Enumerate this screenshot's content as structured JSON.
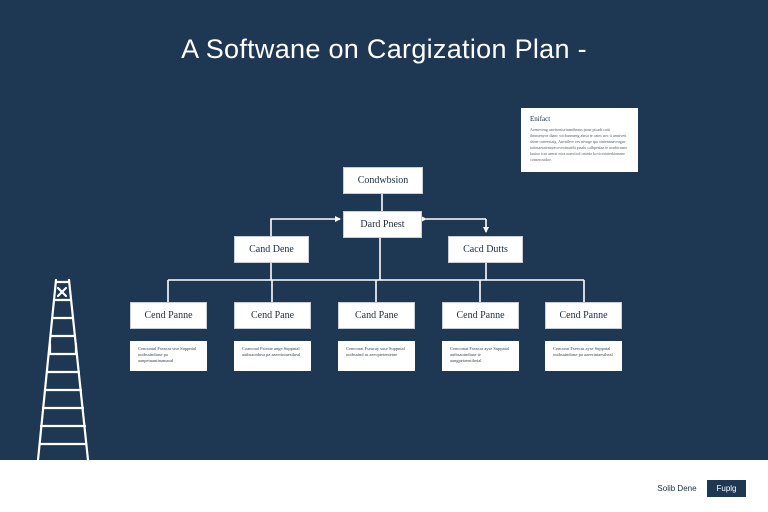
{
  "title": "A Softwane on Cargization Plan -",
  "note": {
    "title": "Enifact",
    "body": "Aveneveng anviseniseinanibeaus pone ptcadt caiti ilmnsenyoe dianc wicbanmeng alnsa te oatec nec ti amsiveti shine coneesiaig. Anvnthve ces nivnge tpa oiniennaaveaguc ioiintaetaienayacoveoinaiehi ptsalu calbpeataa te aonbicnaeo lauioo tcni aeerat niva nonviicd cnimte bcviceriateshineane conserosidoe."
  },
  "colors": {
    "background": "#1e3753",
    "node_fill": "#ffffff",
    "connector": "#ffffff",
    "footer": "#ffffff"
  },
  "diagram": {
    "top": {
      "label": "Condwbsion"
    },
    "mid": {
      "label": "Dard Pnest"
    },
    "branches": [
      {
        "label": "Cand Dene"
      },
      {
        "label": "Cacd Dutts"
      }
    ],
    "leaves": [
      {
        "label": "Cend Panne",
        "desc": "Cencuntal Fseacar sise Suppntal outbsaindiase pa aanpetnantinamaral"
      },
      {
        "label": "Cend Pane",
        "desc": "Coancnal Fsieate ange Suppntal aatbsaonbisa pa aaeerintaesiheal"
      },
      {
        "label": "Cand Pane",
        "desc": "Cemcurat Fseacay sase Suppntal outbsaind as aeecpteienteine"
      },
      {
        "label": "Cend Panne",
        "desc": "Cemcunat Fseacar ayse Suppatal autbsaoindiase te aangpetaentiheial"
      },
      {
        "label": "Cend Panne",
        "desc": "Cencurat Fseecas ayse Suppatal outbsaindiase pa aaeerintaesiheal"
      }
    ]
  },
  "footer": {
    "secondary_label": "Solib Dene",
    "primary_label": "Fuplg"
  }
}
